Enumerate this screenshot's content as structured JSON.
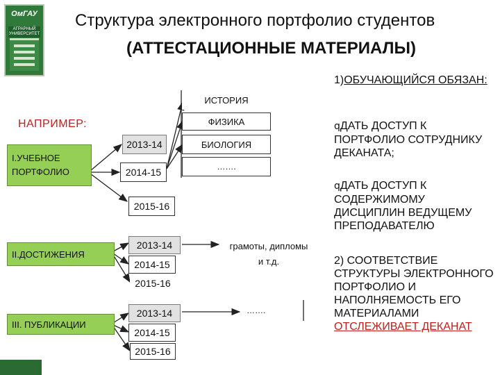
{
  "logo": {
    "name": "ОмГАУ",
    "subtitle": "АГРАРНЫЙ УНИВЕРСИТЕТ"
  },
  "title": {
    "line1": "Структура электронного портфолио студентов",
    "line2": "(АТТЕСТАЦИОННЫЕ МАТЕРИАЛЫ)"
  },
  "example_label": "НАПРИМЕР:",
  "sections": {
    "portfolio": {
      "label": "I.УЧЕБНОЕ ПОРТФОЛИО",
      "years": [
        "2013-14",
        "2014-15",
        "2015-16"
      ],
      "subjects": [
        "ИСТОРИЯ",
        "ФИЗИКА",
        "БИОЛОГИЯ",
        "……."
      ]
    },
    "achievements": {
      "label": "II.ДОСТИЖЕНИЯ",
      "years": [
        "2013-14",
        "2014-15",
        "2015-16"
      ],
      "result_line1": "грамоты, дипломы",
      "result_line2": "и т.д."
    },
    "publications": {
      "label": "III. ПУБЛИКАЦИИ",
      "years": [
        "2013-14",
        "2014-15",
        "2015-16"
      ],
      "result": "……."
    }
  },
  "right_panel": {
    "p1_num": "1)",
    "p1_rest": "ОБУЧАЮЩИЙСЯ ОБЯЗАН:",
    "bullet_glyph": "q",
    "b1": "ДАТЬ ДОСТУП К ПОРТФОЛИО СОТРУДНИКУ ДЕКАНАТА;",
    "b2": "ДАТЬ ДОСТУП К СОДЕРЖИМОМУ ДИСЦИПЛИН ВЕДУЩЕМУ ПРЕПОДАВАТЕЛЮ",
    "p2_main": "2) СООТВЕТСТВИЕ СТРУКТУРЫ ЭЛЕКТРОННОГО ПОРТФОЛИО И НАПОЛНЯЕМОСТЬ ЕГО МАТЕРИАЛАМИ",
    "p2_red": "ОТСЛЕЖИВАЕТ ДЕКАНАТ"
  },
  "colors": {
    "green_box": "#96cf56",
    "gray_box": "#e1e1e1",
    "red_text": "#c0201c",
    "logo_green": "#2f7a3a"
  }
}
